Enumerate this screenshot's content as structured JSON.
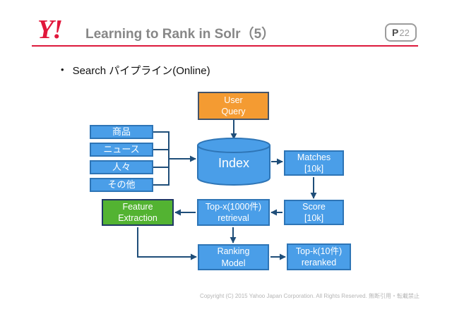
{
  "slide": {
    "header": {
      "logo_text": "Y!",
      "title": "Learning to Rank in Solr（5）",
      "page_badge": {
        "prefix": "P",
        "number": "22"
      }
    },
    "bullet": {
      "marker": "•",
      "text": "Search パイプライン(Online)"
    },
    "diagram": {
      "nodes": {
        "user_query": {
          "line1": "User",
          "line2": "Query"
        },
        "index": {
          "label": "Index"
        },
        "sources": [
          {
            "label": "商品"
          },
          {
            "label": "ニュース"
          },
          {
            "label": "人々"
          },
          {
            "label": "その他"
          }
        ],
        "matches": {
          "line1": "Matches",
          "line2": "[10k]"
        },
        "score": {
          "line1": "Score",
          "line2": "[10k]"
        },
        "top_x": {
          "line1": "Top-x(1000件)",
          "line2": "retrieval"
        },
        "feature_extraction": {
          "line1": "Feature",
          "line2": "Extraction"
        },
        "ranking_model": {
          "line1": "Ranking",
          "line2": "Model"
        },
        "top_k": {
          "line1": "Top-k(10件)",
          "line2": "reranked"
        }
      },
      "colors": {
        "node_blue": "#4A9EE8",
        "node_blue_border": "#2E75B6",
        "node_orange": "#F49B32",
        "node_orange_border": "#44546A",
        "node_green": "#53B332",
        "connector_navy": "#1F4E79"
      }
    },
    "footer": {
      "text": "Copyright (C) 2015 Yahoo Japan Corporation. All Rights Reserved. 無断引用・転載禁止"
    },
    "colors": {
      "accent_red": "#DD1A3C",
      "title_gray": "#878787"
    }
  }
}
